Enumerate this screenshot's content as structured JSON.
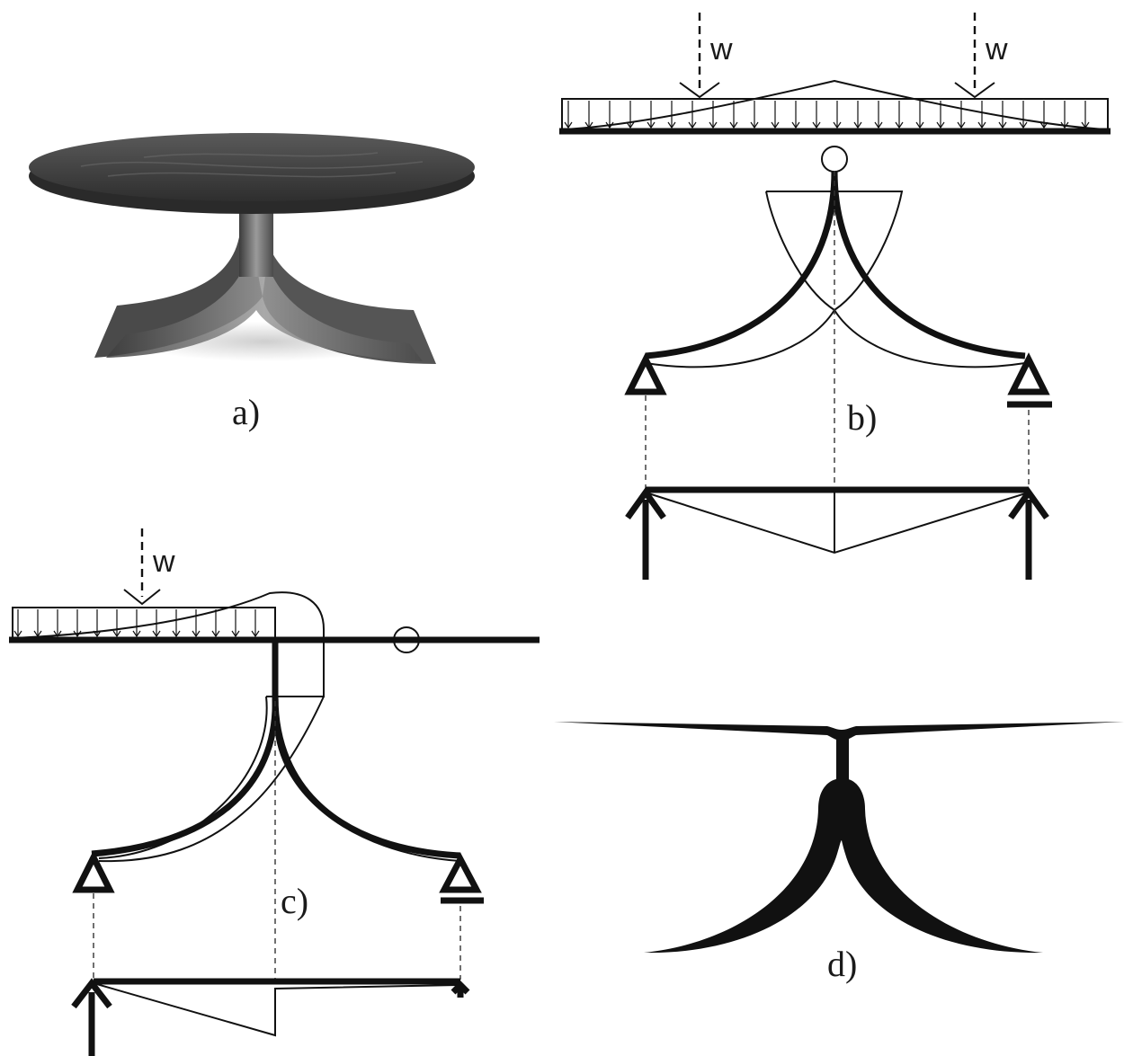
{
  "labels": {
    "a": "a)",
    "b": "b)",
    "c": "c)",
    "d": "d)"
  },
  "load_labels": {
    "b_left": "w",
    "b_right": "w",
    "c_left": "w"
  },
  "colors": {
    "ink": "#111111",
    "wood_dark": "#3a3a3a",
    "wood_light": "#8a8a8a"
  }
}
